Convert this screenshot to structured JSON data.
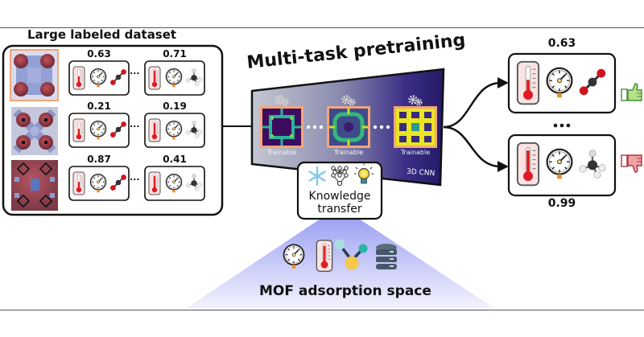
{
  "dataset": {
    "title": "Large labeled dataset",
    "rows": [
      {
        "mof_icon": "mof-structure-1",
        "highlighted": true,
        "values": [
          "0.63",
          "0.71"
        ],
        "gases": [
          "co2-molecule-icon",
          "methane-molecule-icon"
        ]
      },
      {
        "mof_icon": "mof-structure-2",
        "highlighted": false,
        "values": [
          "0.21",
          "0.19"
        ],
        "gases": [
          "co2-molecule-icon",
          "methane-molecule-icon"
        ]
      },
      {
        "mof_icon": "mof-structure-3",
        "highlighted": false,
        "values": [
          "0.87",
          "0.41"
        ],
        "gases": [
          "co2-molecule-icon",
          "methane-molecule-icon"
        ]
      }
    ],
    "ellipsis": "..."
  },
  "pretraining": {
    "title": "Multi-task pretraining",
    "layers": [
      {
        "label": "Trainable",
        "icon": "gear-icon"
      },
      {
        "label": "Trainable",
        "icon": "gear-icon"
      },
      {
        "label": "Trainable",
        "icon": "gear-icon"
      }
    ],
    "model_label": "3D CNN",
    "ellipsis": "• • •"
  },
  "knowledge": {
    "line1": "Knowledge",
    "line2": "transfer",
    "icons": [
      "snowflake-icon",
      "neural-network-icon",
      "lightbulb-icon"
    ]
  },
  "space": {
    "title": "MOF adsorption space",
    "icons": [
      "pressure-gauge-icon",
      "thermometer-icon",
      "molecule-icon",
      "database-icon"
    ]
  },
  "outputs": [
    {
      "value": "0.63",
      "gas": "co2-molecule-icon",
      "verdict": "thumbs-up-icon"
    },
    {
      "value": "0.99",
      "gas": "methane-molecule-icon",
      "verdict": "thumbs-down-icon"
    }
  ],
  "outputs_ellipsis": "•••",
  "colors": {
    "cnn_dark": "#2a1f6e",
    "cnn_light": "#b9bfcc",
    "highlight_border": "#f4a57a",
    "thumbs_up": "#5aa64a",
    "thumbs_down": "#c0394a",
    "cone": "#a9adf5",
    "thermo_red": "#e01b24",
    "gauge_orange": "#f08a24"
  }
}
